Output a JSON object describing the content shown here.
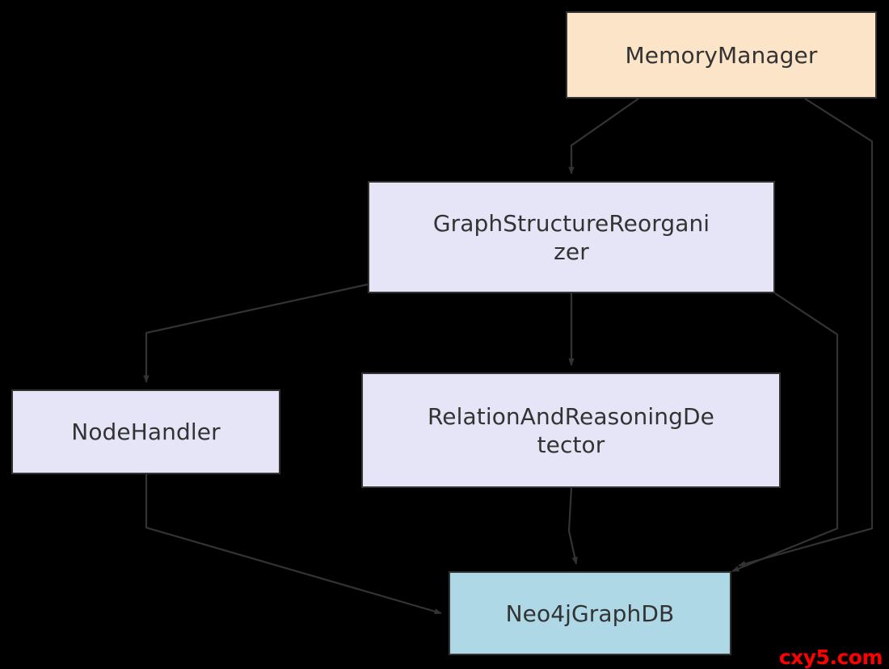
{
  "diagram": {
    "type": "flowchart",
    "background_color": "#000000",
    "edge_color": "#333333",
    "text_color": "#333333",
    "nodes": [
      {
        "id": "memorymanager",
        "label": "MemoryManager",
        "fill": "#FCE4C8",
        "border": "#333333"
      },
      {
        "id": "graphstructurereorganizer",
        "label": "GraphStructureReorgani\nzer",
        "fill": "#E6E5F7",
        "border": "#333333"
      },
      {
        "id": "nodehandler",
        "label": "NodeHandler",
        "fill": "#E6E5F7",
        "border": "#333333"
      },
      {
        "id": "relationandreasoningdetector",
        "label": "RelationAndReasoningDe\ntector",
        "fill": "#E6E5F7",
        "border": "#333333"
      },
      {
        "id": "neo4jgraphdb",
        "label": "Neo4jGraphDB",
        "fill": "#AED8E6",
        "border": "#333333"
      }
    ],
    "edges": [
      {
        "id": "edge-memorymanager-graphstructurereorganizer",
        "from": "memorymanager",
        "to": "graphstructurereorganizer",
        "label": ""
      },
      {
        "id": "edge-memorymanager-neo4jgraphdb",
        "from": "memorymanager",
        "to": "neo4jgraphdb",
        "label": ""
      },
      {
        "id": "edge-graphstructurereorganizer-nodehandler",
        "from": "graphstructurereorganizer",
        "to": "nodehandler",
        "label": ""
      },
      {
        "id": "edge-graphstructurereorganizer-relationandreasoningdetector",
        "from": "graphstructurereorganizer",
        "to": "relationandreasoningdetector",
        "label": ""
      },
      {
        "id": "edge-graphstructurereorganizer-neo4jgraphdb",
        "from": "graphstructurereorganizer",
        "to": "neo4jgraphdb",
        "label": ""
      },
      {
        "id": "edge-nodehandler-neo4jgraphdb",
        "from": "nodehandler",
        "to": "neo4jgraphdb",
        "label": ""
      },
      {
        "id": "edge-relationandreasoningdetector-neo4jgraphdb",
        "from": "relationandreasoningdetector",
        "to": "neo4jgraphdb",
        "label": ""
      }
    ]
  },
  "watermark": {
    "text": "cxy5.com",
    "color": "#FF0000"
  }
}
